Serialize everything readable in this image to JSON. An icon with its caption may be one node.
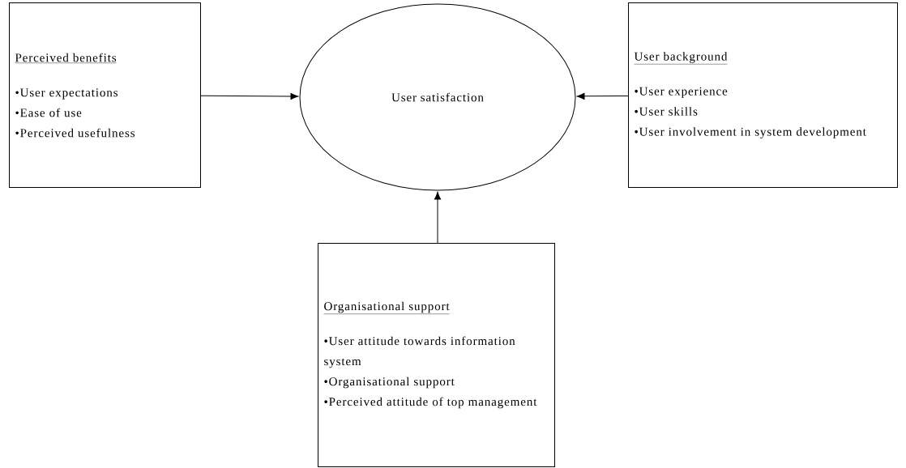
{
  "diagram": {
    "nodes": [
      {
        "text": [
          "Perceived benefits",
          "•User expectations",
          "•Ease of use",
          "•Perceived usefulness"
        ]
      },
      {
        "text": [
          "User satisfaction"
        ]
      },
      {
        "text": [
          "User background",
          "•User experience",
          "•User skills",
          "•User involvement in system development"
        ]
      },
      {
        "text": [
          "Organisational support",
          "•User attitude towards information system",
          "•Organisational support",
          "•Perceived attitude of top management"
        ]
      }
    ],
    "edges": [
      {
        "from": 0,
        "to": 1,
        "arrow": "to"
      },
      {
        "from": 2,
        "to": 1,
        "arrow": "to"
      },
      {
        "from": 3,
        "to": 1,
        "arrow": "to"
      }
    ]
  }
}
